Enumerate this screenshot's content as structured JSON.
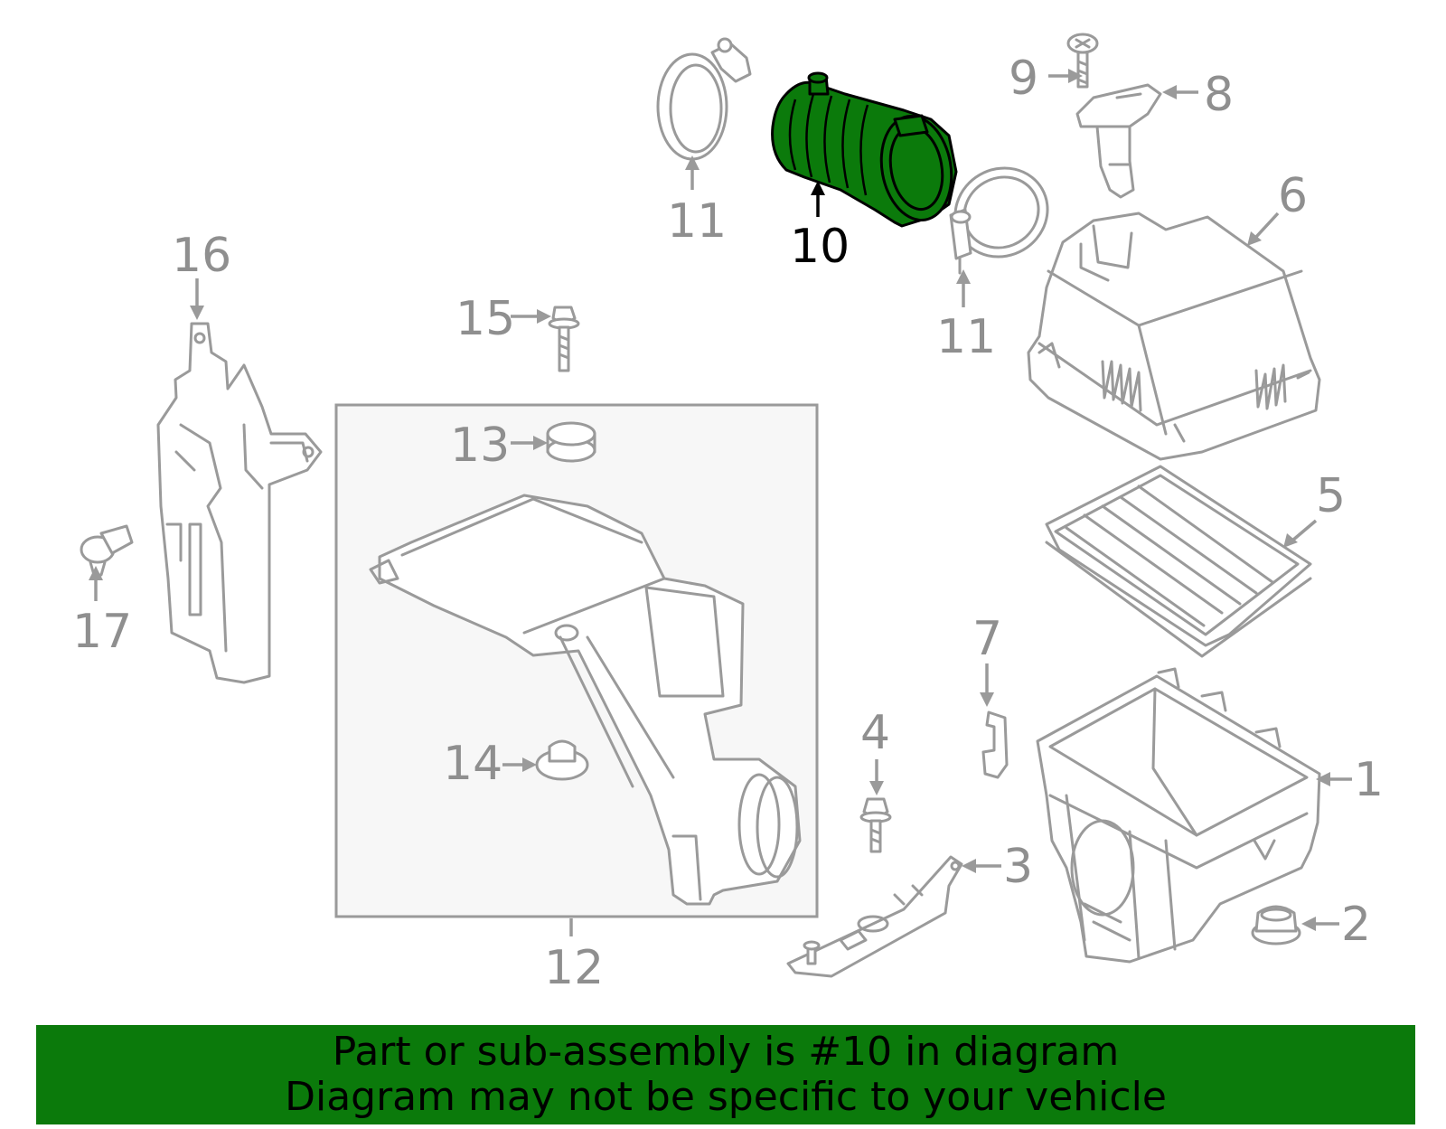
{
  "callouts": {
    "c1": "1",
    "c2": "2",
    "c3": "3",
    "c4": "4",
    "c5": "5",
    "c6": "6",
    "c7": "7",
    "c8": "8",
    "c9": "9",
    "c10": "10",
    "c11a": "11",
    "c11b": "11",
    "c12": "12",
    "c13": "13",
    "c14": "14",
    "c15": "15",
    "c16": "16",
    "c17": "17"
  },
  "highlight": {
    "part": "10",
    "color": "#0b7a0b"
  },
  "footer": {
    "line1": "Part or sub-assembly is #10 in diagram",
    "line2": "Diagram may not be specific to your vehicle",
    "background": "#0b7a0b"
  }
}
